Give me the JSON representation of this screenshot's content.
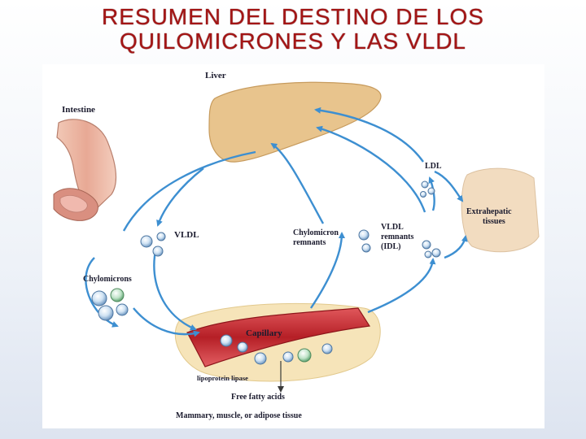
{
  "title": {
    "line1": "RESUMEN DEL DESTINO DE LOS",
    "line2": "QUILOMICRONES Y  LAS VLDL"
  },
  "diagram": {
    "labels": {
      "liver": "Liver",
      "intestine": "Intestine",
      "ldl": "LDL",
      "extrahepatic_line1": "Extrahepatic",
      "extrahepatic_line2": "tissues",
      "vldl": "VLDL",
      "chylomicron_remnants_line1": "Chylomicron",
      "chylomicron_remnants_line2": "remnants",
      "vldl_remnants_line1": "VLDL",
      "vldl_remnants_line2": "remnants",
      "vldl_remnants_line3": "(IDL)",
      "chylomicrons": "Chylomicrons",
      "capillary": "Capillary",
      "lipoprotein_lipase": "lipoprotein lipase",
      "free_fatty_acids": "Free fatty acids",
      "tissue_caption": "Mammary, muscle, or adipose tissue"
    },
    "colors": {
      "title": "#a31515",
      "arrows": "#3d8fd1",
      "liver": "#e8c48d",
      "intestine": "#e9b7a7",
      "capillary": "#c0262c",
      "particles": "#9ec4e6"
    }
  }
}
